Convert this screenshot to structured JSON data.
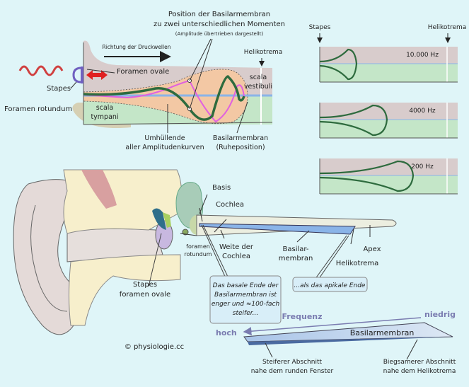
{
  "top_diagram": {
    "title_line1": "Position der Basilarmembran",
    "title_line2": "zu zwei unterschiedlichen Momenten",
    "title_note": "(Amplitude übertrieben dargestellt)",
    "direction_label": "Richtung der Druckwellen",
    "helikotrema": "Helikotrema",
    "foramen_ovale": "Foramen ovale",
    "stapes": "Stapes",
    "foramen_rotundum": "Foramen rotundum",
    "scala_vestibuli_1": "scala",
    "scala_vestibuli_2": "vestibuli",
    "scala_tympani_1": "scala",
    "scala_tympani_2": "tympani",
    "envelope_1": "Umhüllende",
    "envelope_2": "aller Amplitudenkurven",
    "basilar_1": "Basilarmembran",
    "basilar_2": "(Ruheposition)"
  },
  "frequency_panels": {
    "stapes": "Stapes",
    "helikotrema": "Helikotrema",
    "panels": [
      {
        "label": "10.000 Hz"
      },
      {
        "label": "4000 Hz"
      },
      {
        "label": "200 Hz"
      }
    ]
  },
  "ear": {
    "basis": "Basis",
    "cochlea": "Cochlea",
    "foramen_rotundum_1": "foramen",
    "foramen_rotundum_2": "rotundum",
    "weite_1": "Weite der",
    "weite_2": "Cochlea",
    "basilar_1": "Basilar-",
    "basilar_2": "membran",
    "apex": "Apex",
    "helikotrema": "Helikotrema",
    "stapes_1": "Stapes",
    "stapes_2": "foramen ovale",
    "copyright": "© physiologie.cc",
    "callout_basal": [
      "Das basale Ende der",
      "Basilarmembran ist",
      "enger und ≈100-fach",
      "steifer..."
    ],
    "callout_apical": "...als das apikale Ende"
  },
  "membrane": {
    "frequenz": "Frequenz",
    "hoch": "hoch",
    "niedrig": "niedrig",
    "label": "Basilarmembran",
    "stiff_1": "Steiferer Abschnitt",
    "stiff_2": "nahe dem runden Fenster",
    "flex_1": "Biegsamerer Abschnitt",
    "flex_2": "nahe dem Helikotrema"
  },
  "colors": {
    "background": "#dff5f8",
    "vestibuli": "#d8cccc",
    "tympani": "#c4e6c8",
    "envelope": "#f3c8a4",
    "wave_green": "#2e6b3e",
    "wave_pink": "#e060e0",
    "membrane_blue": "#8ab4e8",
    "frequency_text": "#7a7cb0"
  }
}
